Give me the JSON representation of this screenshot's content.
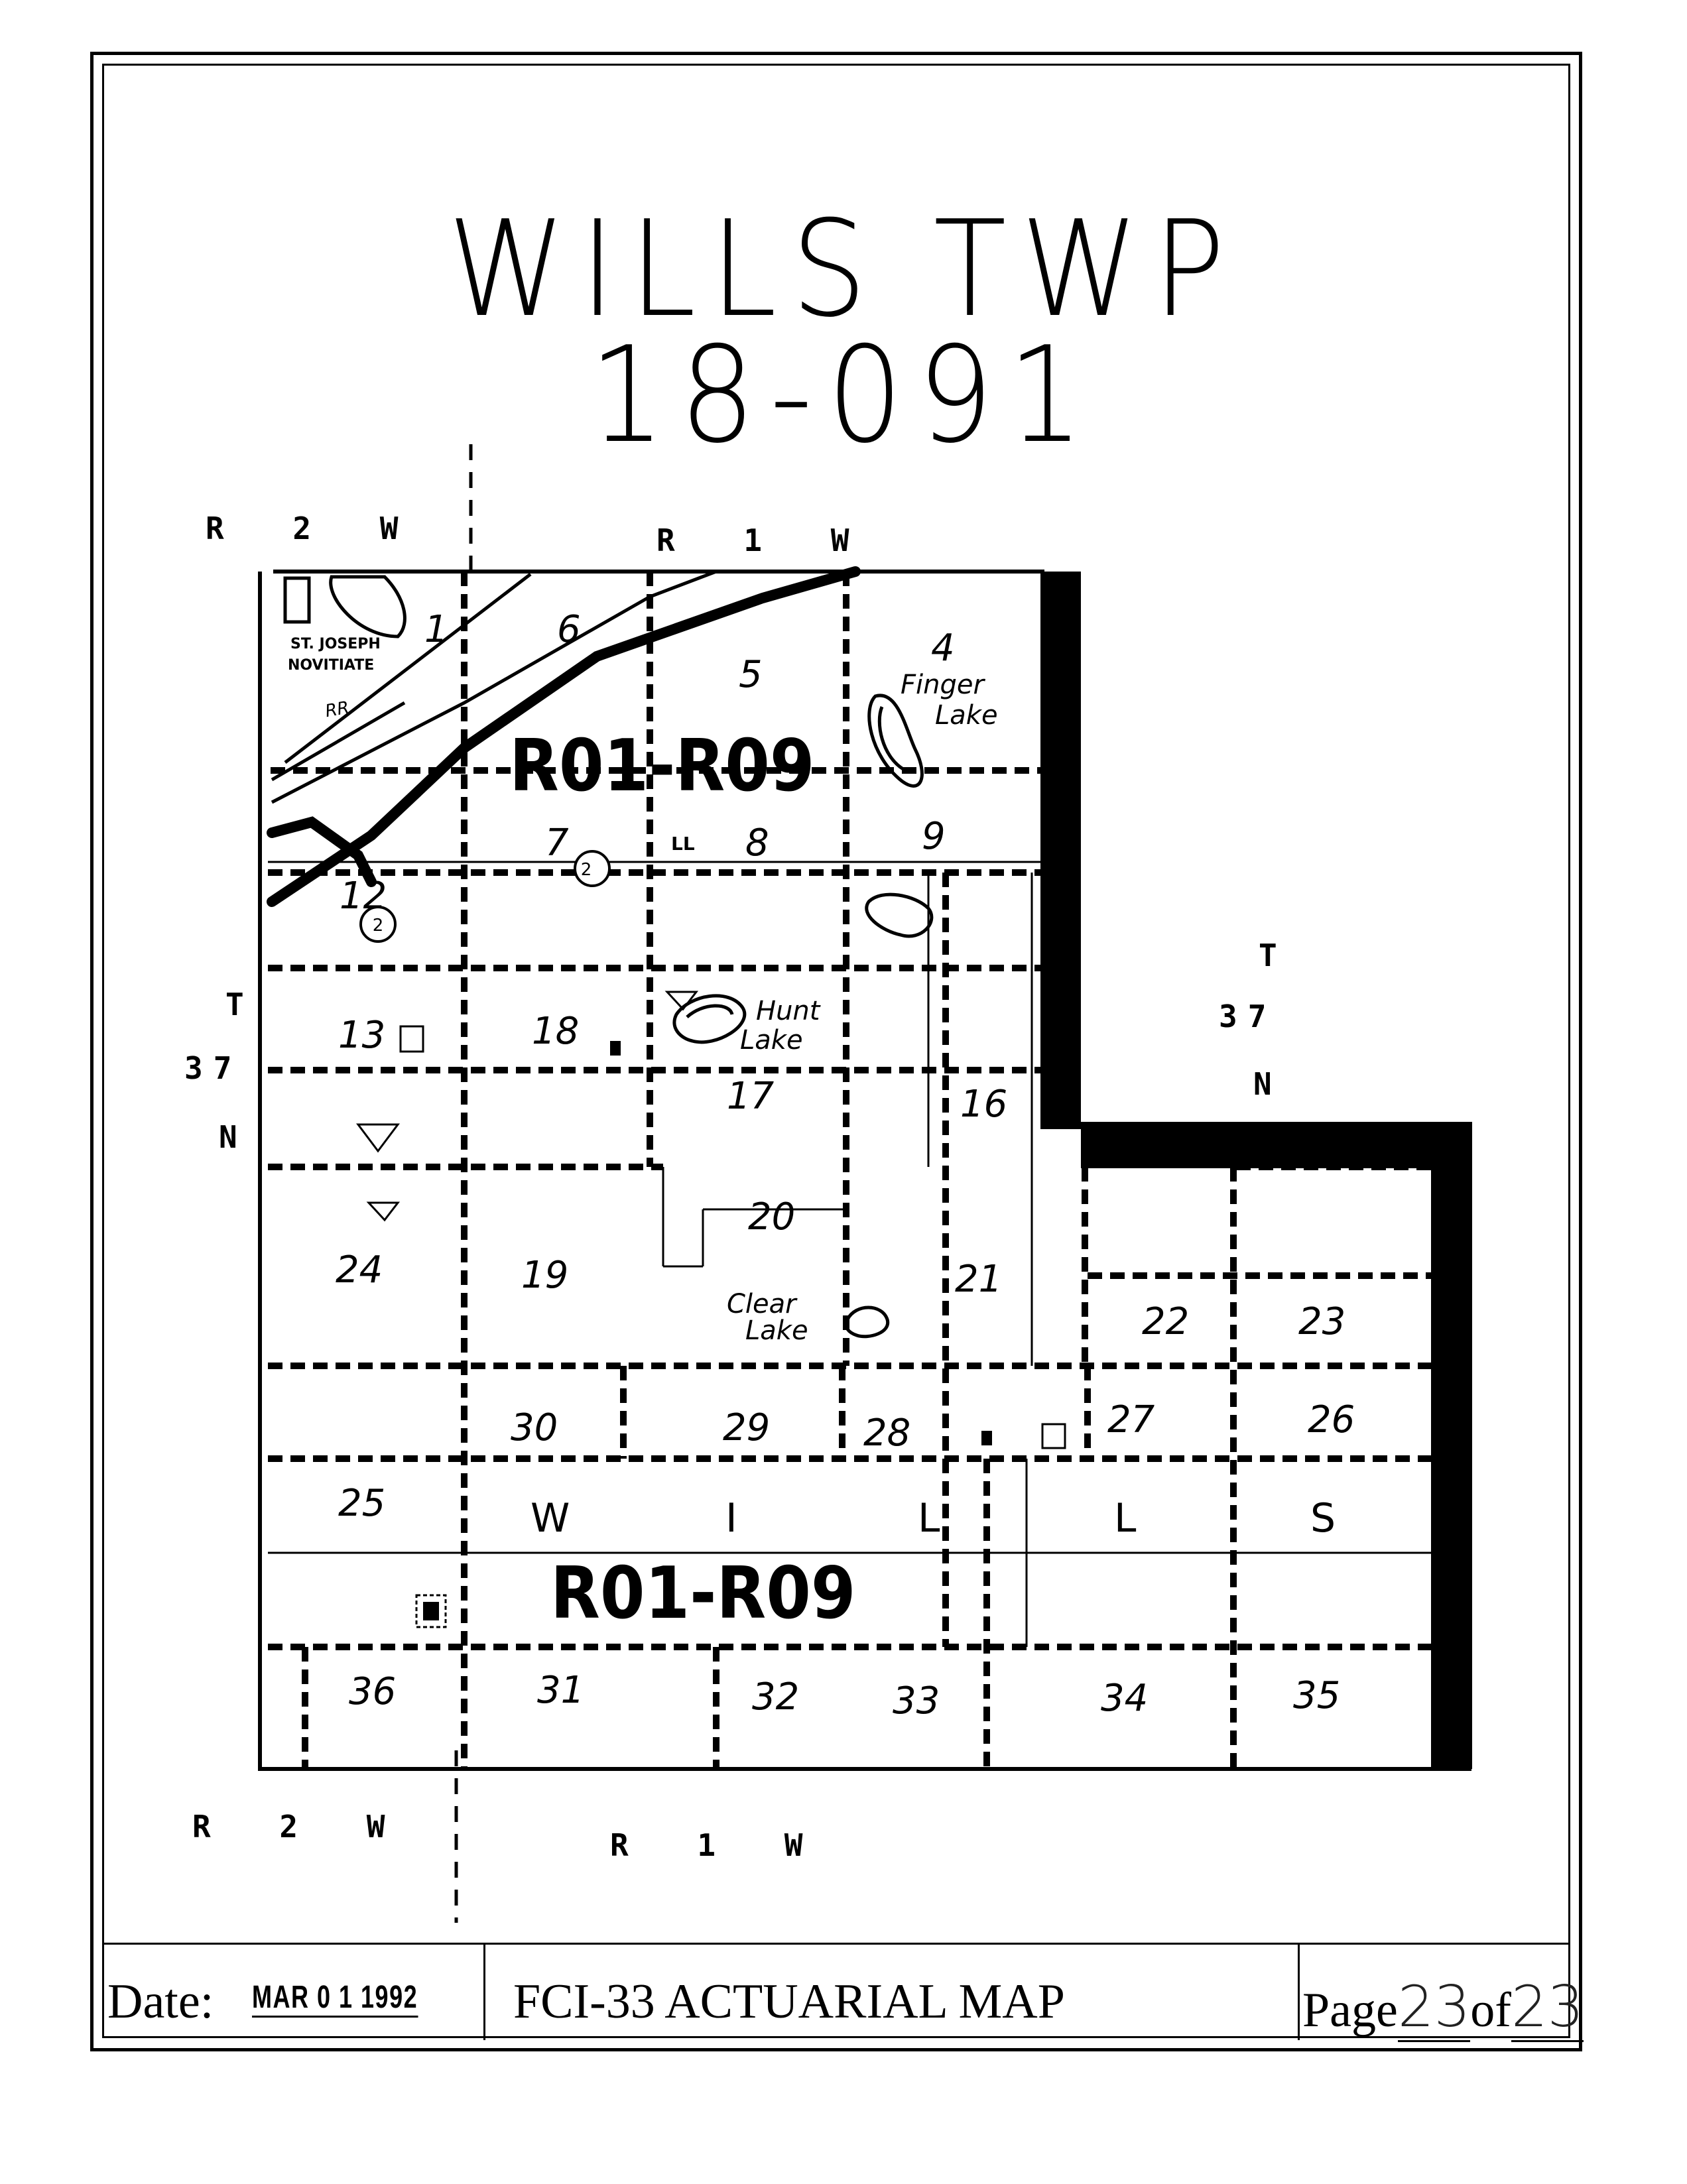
{
  "title": {
    "line1": "WILLS TWP",
    "line2": "18-091"
  },
  "range_labels": {
    "top_left": "R 2 W",
    "top_right": "R 1 W",
    "bottom_left": "R 2 W",
    "bottom_right": "R 1 W"
  },
  "township_left": {
    "t": "T",
    "num": "37",
    "n": "N"
  },
  "township_right": {
    "t": "T",
    "num": "37",
    "n": "N"
  },
  "rate_zones": [
    "R01-R09",
    "R01-R09"
  ],
  "place_labels": {
    "st_joseph": "ST. JOSEPH",
    "novitiate": "NOVITIATE",
    "rr": "RR",
    "finger": "Finger",
    "finger_lake": "Lake",
    "hunt": "Hunt",
    "hunt_lake": "Lake",
    "clear": "Clear",
    "clear_lake": "Lake",
    "route_marker": "2",
    "ll": "LL"
  },
  "township_name_letters": [
    "W",
    "I",
    "L",
    "L",
    "S"
  ],
  "sections": [
    "1",
    "6",
    "5",
    "4",
    "7",
    "8",
    "9",
    "12",
    "13",
    "18",
    "17",
    "16",
    "24",
    "19",
    "20",
    "21",
    "22",
    "23",
    "30",
    "29",
    "28",
    "27",
    "26",
    "25",
    "36",
    "31",
    "32",
    "33",
    "34",
    "35"
  ],
  "footer": {
    "date_label": "Date:",
    "date_stamp": "MAR 0 1 1992",
    "map_title": "FCI-33 ACTUARIAL MAP",
    "page_label": "Page",
    "page_number": "23",
    "of_label": "of",
    "page_total": "23"
  }
}
